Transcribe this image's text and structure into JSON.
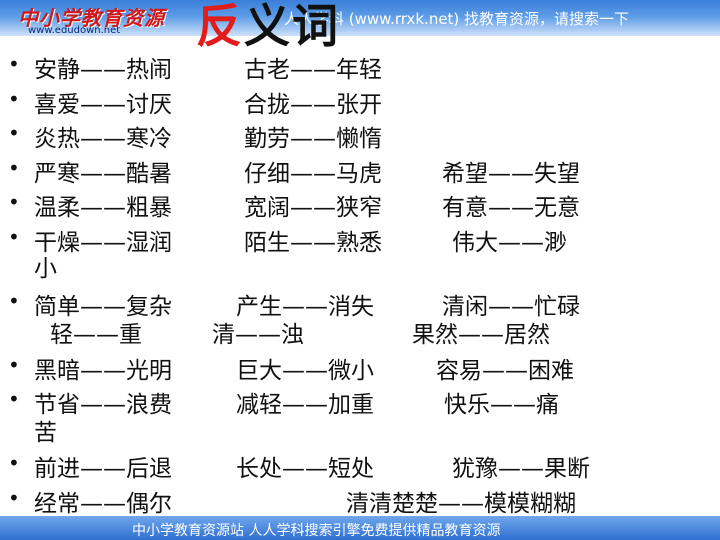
{
  "header": {
    "logo_text": "中小学教育资源",
    "logo_url": "www.edudown.net",
    "title_char1": "反",
    "title_char2": "义词",
    "ad_text": "人人学科  (www.rrxk.net) 找教育资源，请搜索一下"
  },
  "rows": [
    {
      "segments": [
        "安静——热闹",
        "古老——年轻"
      ]
    },
    {
      "segments": [
        "喜爱——讨厌",
        "合拢——张开"
      ]
    },
    {
      "segments": [
        "炎热——寒冷",
        "勤劳——懒惰"
      ]
    },
    {
      "segments": [
        "严寒——酷暑",
        "仔细——马虎",
        "希望——失望"
      ]
    },
    {
      "segments": [
        "温柔——粗暴",
        "宽阔——狭窄",
        "有意——无意"
      ]
    },
    {
      "segments": [
        "干燥——湿润",
        "陌生——熟悉",
        "伟大——渺"
      ],
      "continuation": [
        "小"
      ]
    },
    {
      "segments": [
        "简单——复杂",
        "产生——消失",
        "清闲——忙碌"
      ],
      "continuation": [
        "轻——重",
        "清——浊",
        "果然——居然"
      ]
    },
    {
      "segments": [
        "黑暗——光明",
        "巨大——微小",
        "容易——困难"
      ]
    },
    {
      "segments": [
        "节省——浪费",
        "减轻——加重",
        "快乐——痛"
      ],
      "continuation": [
        "苦"
      ]
    },
    {
      "segments": [
        "前进——后退",
        "长处——短处",
        "犹豫——果断"
      ]
    },
    {
      "segments": [
        "经常——偶尔",
        "清清楚楚——模模糊糊"
      ]
    }
  ],
  "footer": {
    "text": "中小学教育资源站  人人学科搜索引擎免费提供精品教育资源"
  }
}
